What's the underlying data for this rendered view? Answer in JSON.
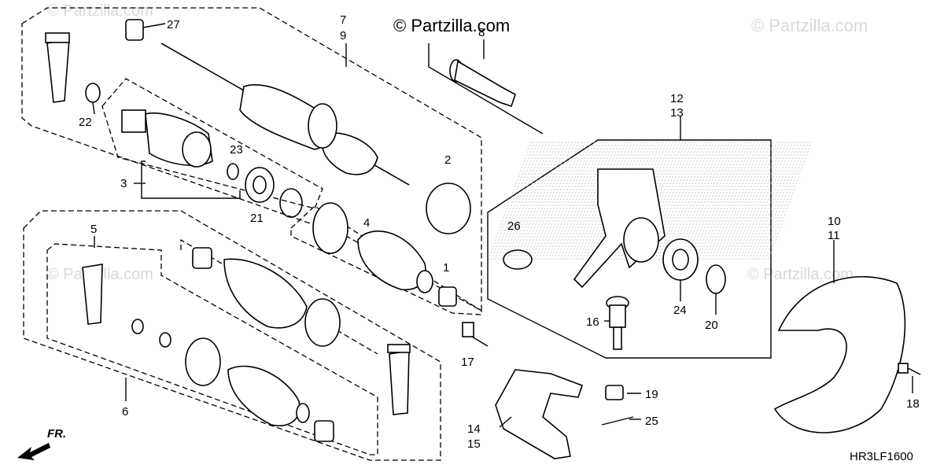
{
  "watermarks": [
    "© Partzilla.com",
    "© Partzilla.com",
    "© Partzilla.com",
    "© Partzilla.com",
    "© Partzilla.com"
  ],
  "callouts": {
    "c1": "1",
    "c2": "2",
    "c3": "3",
    "c4": "4",
    "c5": "5",
    "c6": "6",
    "c7": "7",
    "c8": "8",
    "c9": "9",
    "c10": "10",
    "c11": "11",
    "c12": "12",
    "c13": "13",
    "c14": "14",
    "c15": "15",
    "c16": "16",
    "c17": "17",
    "c18": "18",
    "c19": "19",
    "c20": "20",
    "c21": "21",
    "c22": "22",
    "c23": "23",
    "c24": "24",
    "c25": "25",
    "c26": "26",
    "c27": "27"
  },
  "direction_label": "FR.",
  "diagram_code": "HR3LF1600"
}
